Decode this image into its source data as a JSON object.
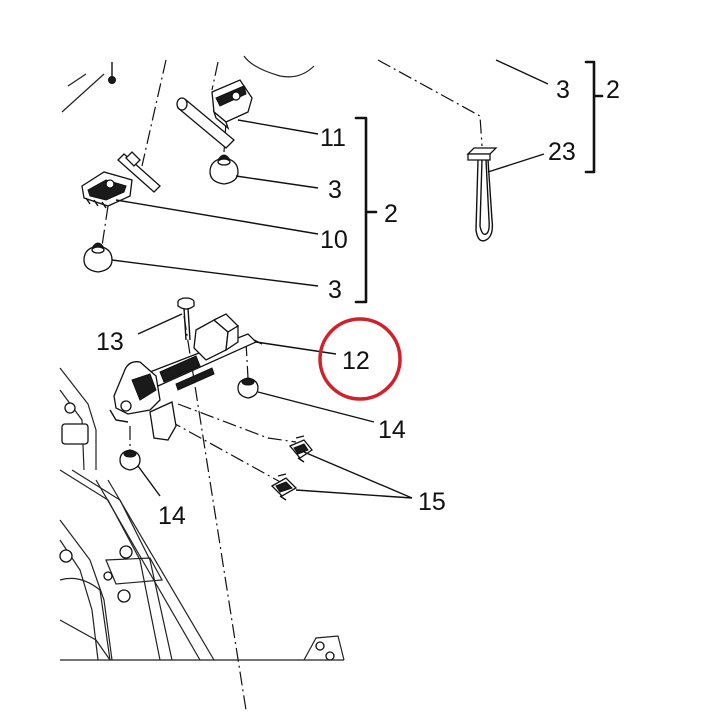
{
  "labels": {
    "part_2_top": "2",
    "part_3_top": "3",
    "part_23": "23",
    "part_11": "11",
    "part_3_a": "3",
    "part_2_mid": "2",
    "part_10": "10",
    "part_3_b": "3",
    "part_13": "13",
    "part_12": "12",
    "part_14_right": "14",
    "part_14_left": "14",
    "part_15": "15"
  },
  "highlight": {
    "target_label": "12",
    "color": "#d0202a"
  }
}
